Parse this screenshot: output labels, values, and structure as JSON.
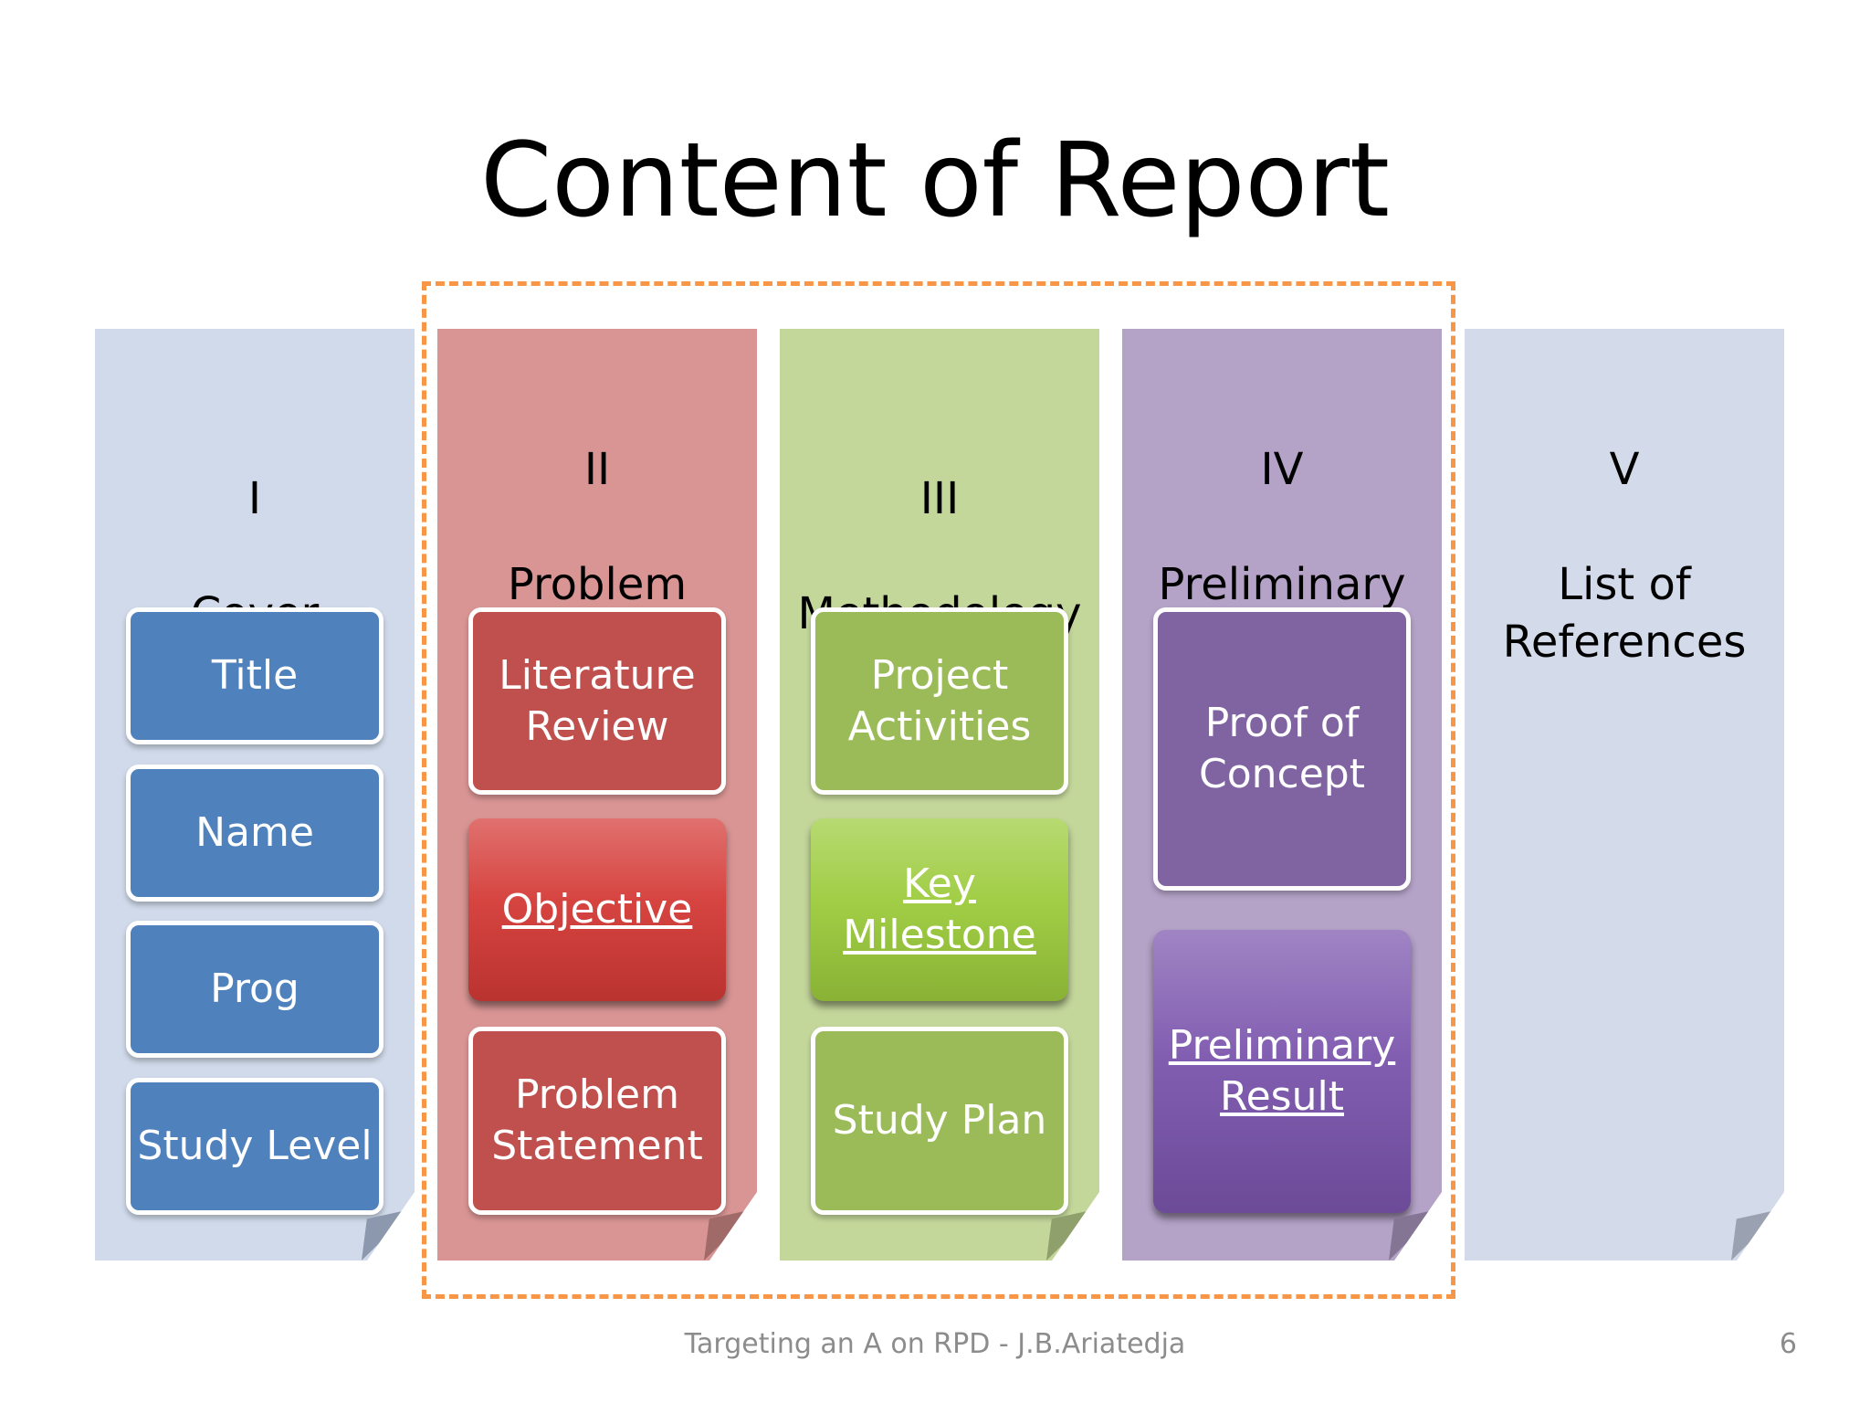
{
  "title": "Content of Report",
  "colors": {
    "highlight_dash": "#f79646",
    "cover_bg": "#d0daea",
    "cover_box": "#4f81bd",
    "problem_bg": "#d99594",
    "problem_box": "#c0504d",
    "problem_glossy": "#d43a36",
    "method_bg": "#c4d79b",
    "method_box": "#9bbb59",
    "method_glossy": "#9ccb3c",
    "analysis_bg": "#b4a2c7",
    "analysis_box": "#8064a2",
    "analysis_glossy": "#7b55ad",
    "references_bg": "#d3dae9"
  },
  "columns": [
    {
      "numeral": "I",
      "heading": "Cover",
      "boxes": [
        {
          "label": "Title",
          "style": "normal"
        },
        {
          "label": "Name",
          "style": "normal"
        },
        {
          "label": "Prog",
          "style": "normal"
        },
        {
          "label": "Study Level",
          "style": "normal"
        }
      ]
    },
    {
      "numeral": "II",
      "heading": "Problem\nFormulation",
      "boxes": [
        {
          "label": "Literature\nReview",
          "style": "normal"
        },
        {
          "label": "Objective",
          "style": "glossy"
        },
        {
          "label": "Problem\nStatement",
          "style": "normal"
        }
      ]
    },
    {
      "numeral": "III",
      "heading": "Methodology",
      "boxes": [
        {
          "label": "Project\nActivities",
          "style": "normal"
        },
        {
          "label": "Key\nMilestone",
          "style": "glossy"
        },
        {
          "label": "Study Plan",
          "style": "normal"
        }
      ]
    },
    {
      "numeral": "IV",
      "heading": "Preliminary\nAnalysis",
      "boxes": [
        {
          "label": "Proof of\nConcept",
          "style": "normal"
        },
        {
          "label": "Preliminary\nResult",
          "style": "glossy"
        }
      ]
    },
    {
      "numeral": "V",
      "heading": "List of\nReferences",
      "boxes": []
    }
  ],
  "footer": "Targeting an A on RPD - J.B.Ariatedja",
  "page_number": "6"
}
